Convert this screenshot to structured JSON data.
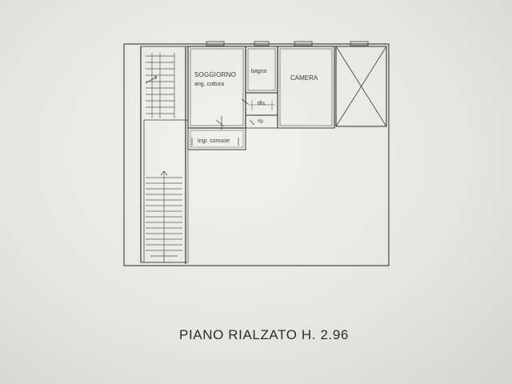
{
  "plan": {
    "title": "PIANO RIALZATO H. 2.96",
    "rooms": {
      "soggiorno": "SOGGIORNO",
      "ang_cottura": "ang. cottura",
      "bagno": "bagno",
      "camera": "CAMERA",
      "dis": "dis.",
      "rip": "rip.",
      "ingresso_comune": "ingr. comune"
    }
  },
  "colors": {
    "wall": "#4a4a4a",
    "thin_line": "#6a6a6a",
    "paper": "#ececea"
  }
}
